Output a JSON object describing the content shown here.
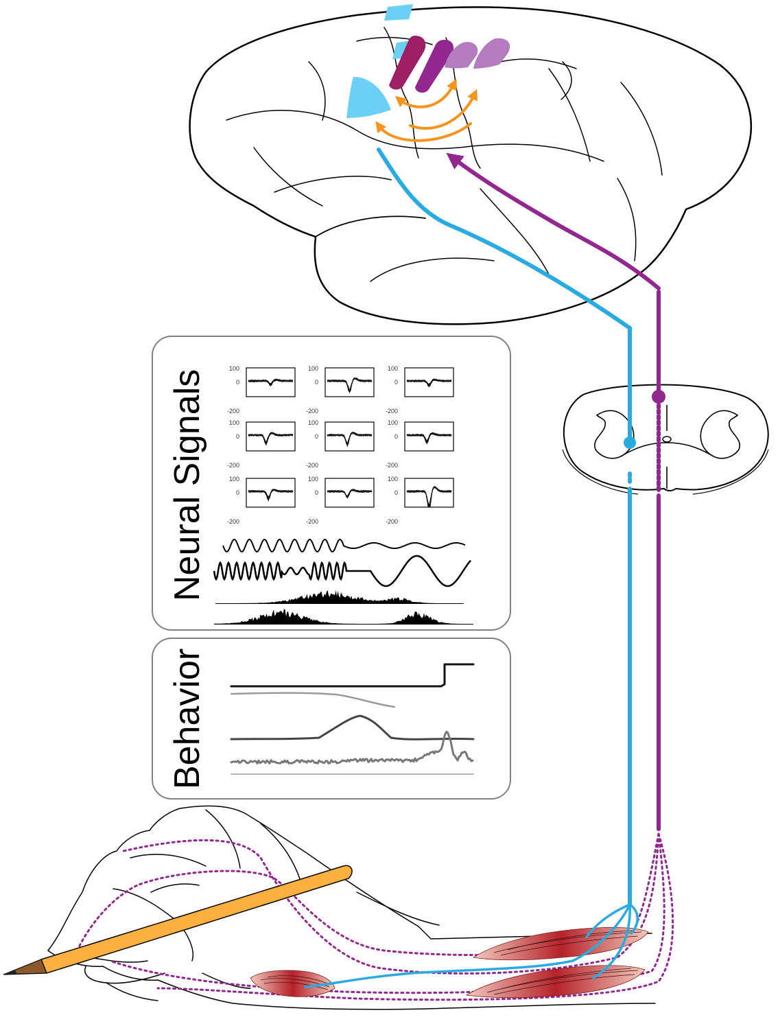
{
  "panels": {
    "neural": {
      "title": "Neural Signals",
      "y_ticks": [
        "100",
        "0",
        "-200"
      ]
    },
    "behavior": {
      "title": "Behavior"
    }
  },
  "colors": {
    "sensory": "#29abe2",
    "sensory_area": "#6ccff6",
    "motor": "#92278f",
    "motor_dark": "#9e1f63",
    "motor_light": "#b57bbf",
    "interaction": "#f7941d",
    "pencil": "#fbb040",
    "muscle": "#c1272d"
  },
  "icons": [
    "brain-outline",
    "spinal-cord-cross-section",
    "hand-with-pencil",
    "muscle"
  ]
}
